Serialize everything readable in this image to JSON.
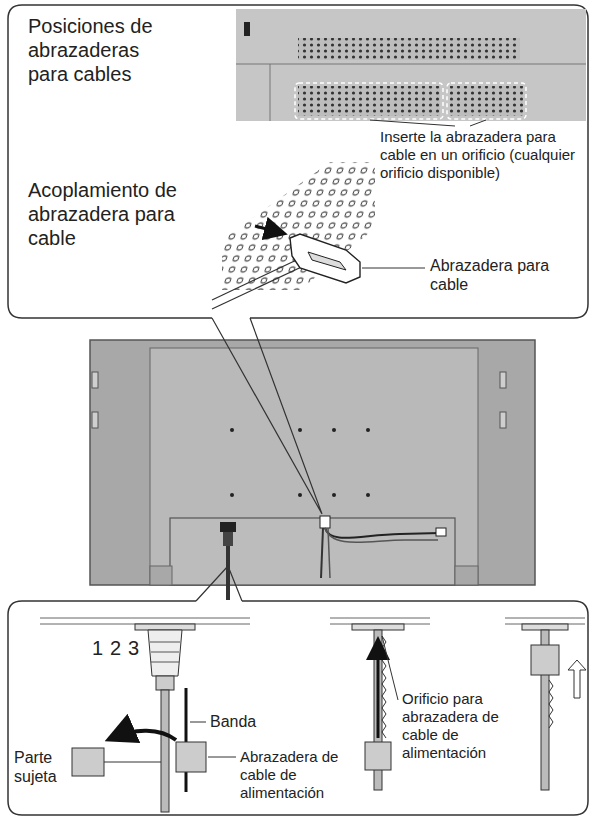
{
  "diagram": {
    "labels": [
      "Posiciones de abrazaderas para cables",
      "Inserte la abrazadera para cable en un orificio (cualquier orificio disponible)",
      "Acoplamiento de abrazadera para cable",
      "Abrazadera para cable",
      "1",
      "2",
      "3",
      "Banda",
      "Parte sujeta",
      "Abrazadera de cable de alimentación",
      "Orificio para abrazadera de cable de alimentación"
    ]
  }
}
